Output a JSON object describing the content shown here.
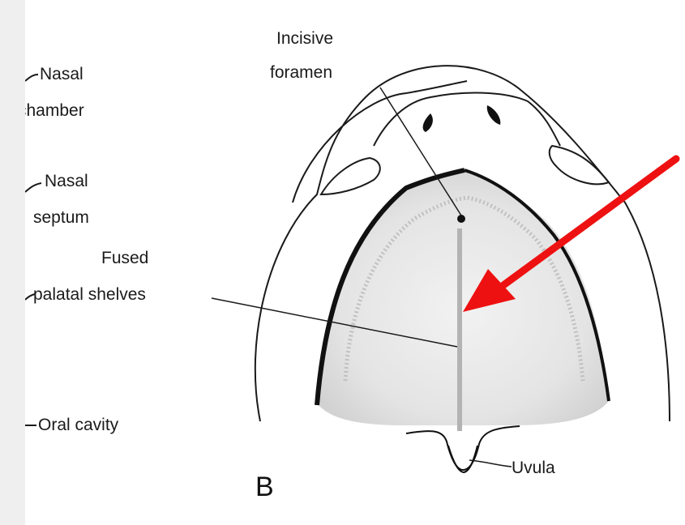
{
  "labels": {
    "incisive_line1": "Incisive",
    "incisive_line2": "foramen",
    "nasal_chamber_line1": "Nasal",
    "nasal_chamber_line2": "chamber",
    "nasal_septum_line1": "Nasal",
    "nasal_septum_line2": "septum",
    "fused_line1": "Fused",
    "fused_line2": "palatal shelves",
    "oral_cavity": "Oral cavity",
    "uvula": "Uvula",
    "panel_letter": "B"
  },
  "colors": {
    "arrow": "#ee1111",
    "midline": "#b3b3b3",
    "ink": "#1a1a1a",
    "left_strip": "#efefef"
  }
}
